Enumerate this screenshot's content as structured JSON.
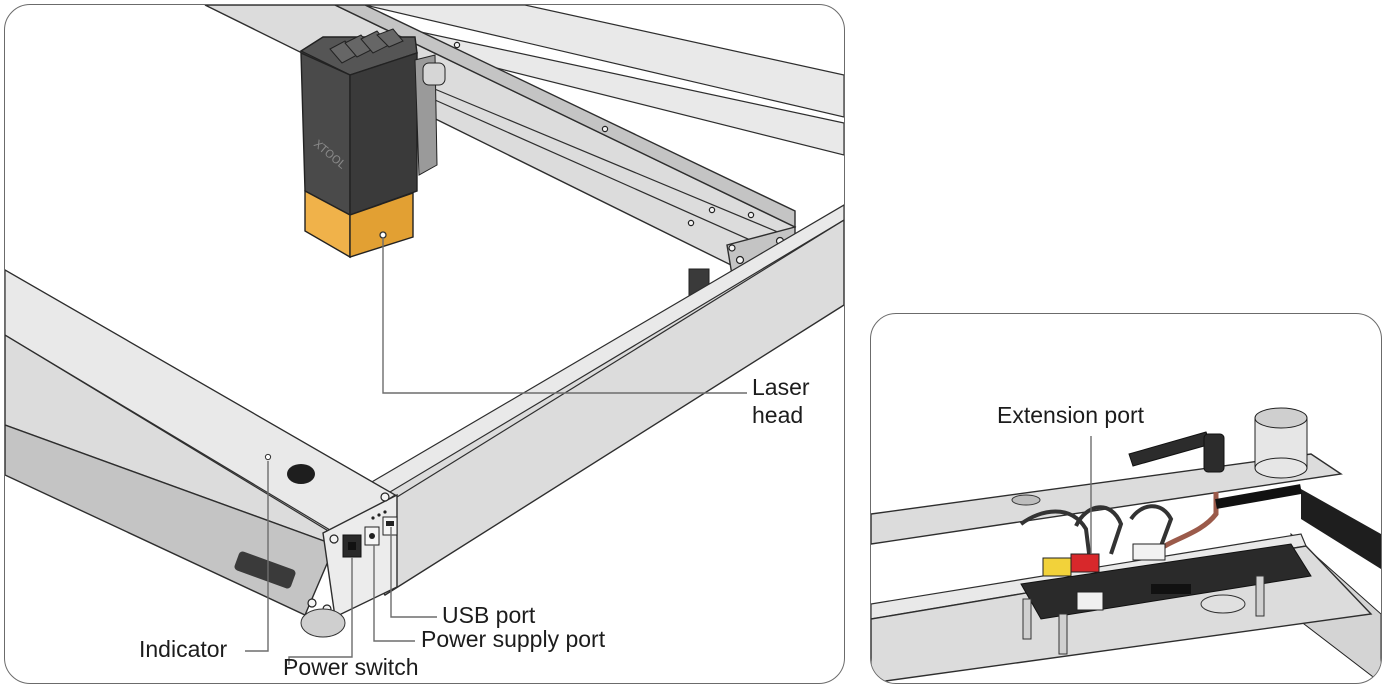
{
  "main_diagram": {
    "labels": {
      "laser_head_line1": "Laser",
      "laser_head_line2": "head",
      "usb_port": "USB port",
      "power_supply_port": "Power supply port",
      "indicator": "Indicator",
      "power_switch": "Power switch"
    },
    "laser_head_branding": "XTOOL"
  },
  "detail_diagram": {
    "labels": {
      "extension_port": "Extension port"
    }
  },
  "colors": {
    "frame": "#dcdcdc",
    "laser_head_body": "#4a4a4a",
    "laser_head_lens": "#f0b24a",
    "connector_yellow": "#f2d23a",
    "connector_red": "#d8282b",
    "outline": "#2e2e2e"
  }
}
